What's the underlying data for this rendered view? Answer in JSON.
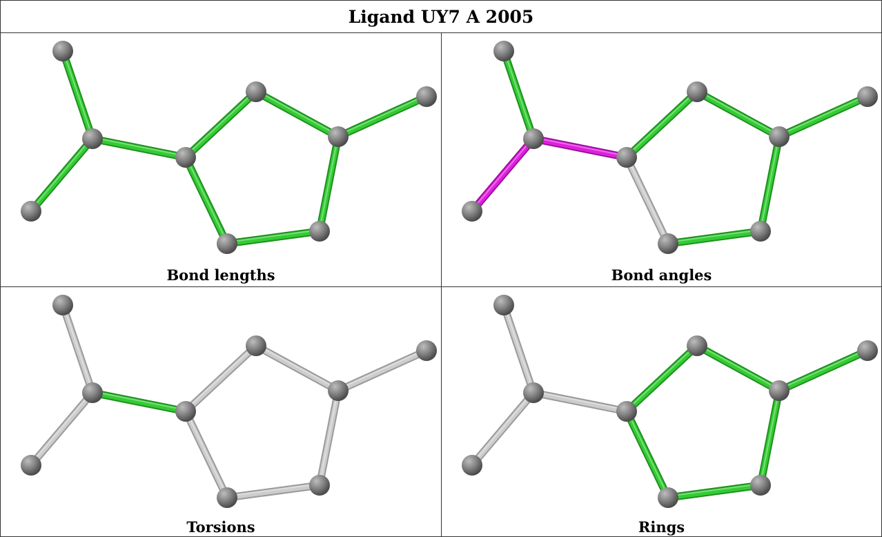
{
  "title": "Ligand UY7 A 2005",
  "colors": {
    "green": "#33cc33",
    "magenta": "#e020e0",
    "gray_bond": "#cccccc",
    "atom": "#808080"
  },
  "panels": [
    {
      "caption": "Bond lengths",
      "bond_colors": [
        "green",
        "green",
        "green",
        "green",
        "green",
        "green",
        "green",
        "green",
        "green",
        "green"
      ]
    },
    {
      "caption": "Bond angles",
      "bond_colors": [
        "green",
        "green",
        "magenta",
        "magenta",
        "green",
        "green",
        "green",
        "green",
        "gray",
        "green"
      ]
    },
    {
      "caption": "Torsions",
      "bond_colors": [
        "gray",
        "gray",
        "green",
        "gray",
        "gray",
        "gray",
        "gray",
        "gray",
        "gray",
        "gray"
      ]
    },
    {
      "caption": "Rings",
      "bond_colors": [
        "gray",
        "gray",
        "gray",
        "gray",
        "green",
        "green",
        "green",
        "green",
        "green",
        "green"
      ]
    }
  ]
}
